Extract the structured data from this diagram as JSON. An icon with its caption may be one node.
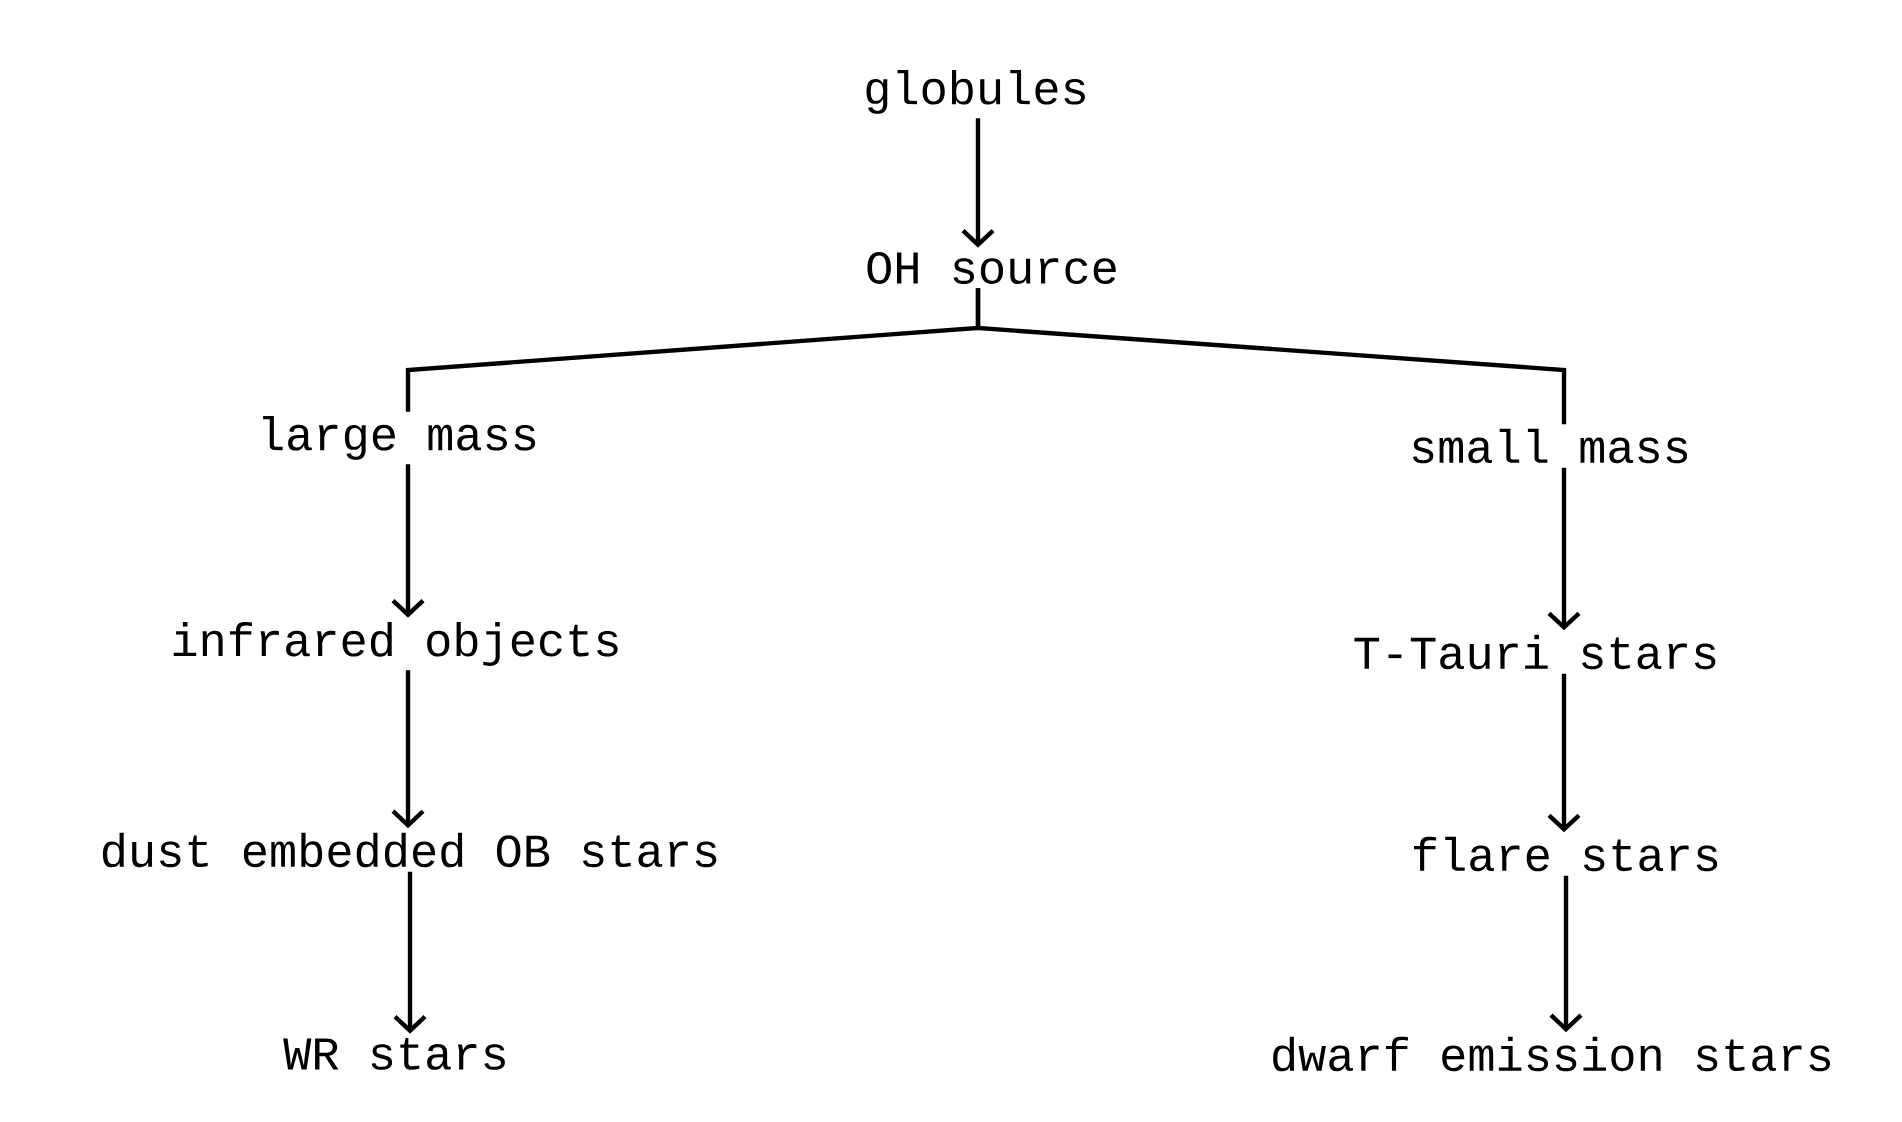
{
  "diagram": {
    "nodes": [
      {
        "text": [
          "globules"
        ]
      },
      {
        "text": [
          "OH source"
        ]
      },
      {
        "text": [
          "large mass"
        ]
      },
      {
        "text": [
          "small mass"
        ]
      },
      {
        "text": [
          "infrared objects"
        ]
      },
      {
        "text": [
          "T-Tauri stars"
        ]
      },
      {
        "text": [
          "dust embedded OB stars"
        ]
      },
      {
        "text": [
          "flare stars"
        ]
      },
      {
        "text": [
          "WR stars"
        ]
      },
      {
        "text": [
          "dwarf emission stars"
        ]
      }
    ],
    "edges": [
      {
        "from": 0,
        "to": 1,
        "arrow": "to"
      },
      {
        "from": 1,
        "to": 2,
        "arrow": "none"
      },
      {
        "from": 1,
        "to": 3,
        "arrow": "none"
      },
      {
        "from": 2,
        "to": 4,
        "arrow": "to"
      },
      {
        "from": 4,
        "to": 6,
        "arrow": "to"
      },
      {
        "from": 6,
        "to": 8,
        "arrow": "to"
      },
      {
        "from": 3,
        "to": 5,
        "arrow": "to"
      },
      {
        "from": 5,
        "to": 7,
        "arrow": "to"
      },
      {
        "from": 7,
        "to": 9,
        "arrow": "to"
      }
    ]
  }
}
